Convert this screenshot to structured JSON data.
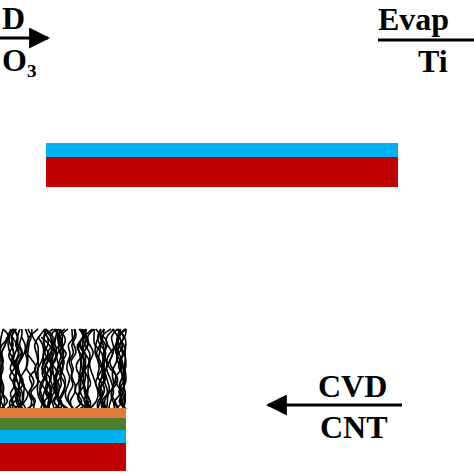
{
  "diagram": {
    "labels": [
      "D",
      "O₃",
      "Evap",
      "Ti",
      "CVD",
      "CNT"
    ]
  }
}
